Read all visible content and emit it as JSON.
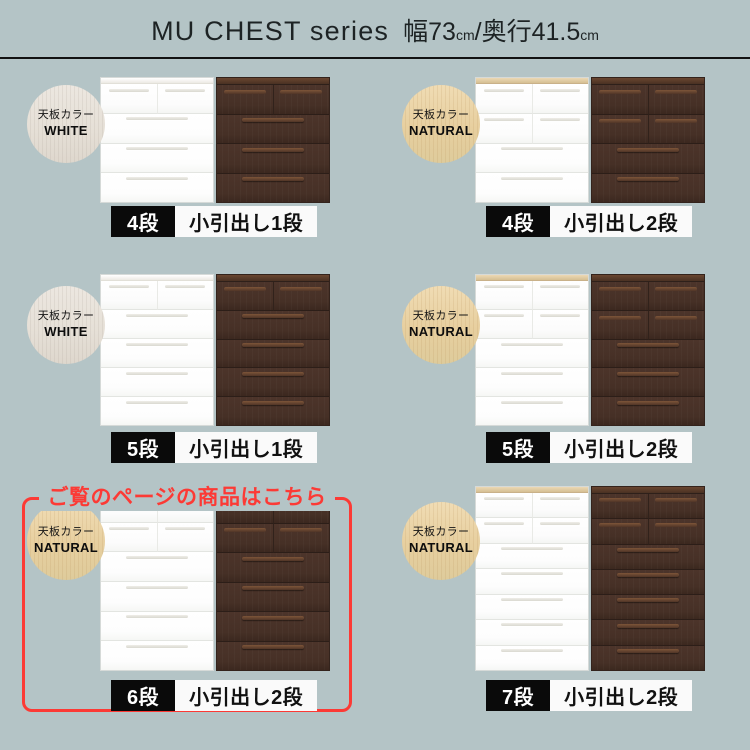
{
  "header": {
    "series_title": "MU CHEST series",
    "dimensions_prefix": "幅73",
    "dimensions_unit1": "cm",
    "dimensions_mid": "/奥行41.5",
    "dimensions_unit2": "cm",
    "dimensions_full": "幅73cm/奥行41.5cm"
  },
  "colors": {
    "background": "#b4c4c6",
    "accent_red": "#fc3a35",
    "badge_black": "#0a0a0a",
    "badge_white": "#fafafa",
    "chest_white": "#ffffff",
    "chest_dark_brown": "#4a332a",
    "top_white": "#ece7e0",
    "top_natural": "#e7cf9f"
  },
  "highlight": {
    "caption": "ご覧のページの商品はこちら",
    "target_cell_index": 4
  },
  "badge_labels": {
    "top_color_prefix": "天板カラー",
    "white": "WHITE",
    "natural": "NATURAL"
  },
  "cells": [
    {
      "id": "cell-4dan-1",
      "top_color_prefix": "天板カラー",
      "top_color_name": "WHITE",
      "top_color_kind": "white",
      "tier_label": "4段",
      "sub_label": "小引出し1段",
      "tiers": 4,
      "small_drawer_rows": 1,
      "highlighted": false
    },
    {
      "id": "cell-4dan-2",
      "top_color_prefix": "天板カラー",
      "top_color_name": "NATURAL",
      "top_color_kind": "natural",
      "tier_label": "4段",
      "sub_label": "小引出し2段",
      "tiers": 4,
      "small_drawer_rows": 2,
      "highlighted": false
    },
    {
      "id": "cell-5dan-1",
      "top_color_prefix": "天板カラー",
      "top_color_name": "WHITE",
      "top_color_kind": "white",
      "tier_label": "5段",
      "sub_label": "小引出し1段",
      "tiers": 5,
      "small_drawer_rows": 1,
      "highlighted": false
    },
    {
      "id": "cell-5dan-2",
      "top_color_prefix": "天板カラー",
      "top_color_name": "NATURAL",
      "top_color_kind": "natural",
      "tier_label": "5段",
      "sub_label": "小引出し2段",
      "tiers": 5,
      "small_drawer_rows": 2,
      "highlighted": false
    },
    {
      "id": "cell-6dan-2",
      "top_color_prefix": "天板カラー",
      "top_color_name": "NATURAL",
      "top_color_kind": "natural",
      "tier_label": "6段",
      "sub_label": "小引出し2段",
      "tiers": 6,
      "small_drawer_rows": 2,
      "highlighted": true
    },
    {
      "id": "cell-7dan-2",
      "top_color_prefix": "天板カラー",
      "top_color_name": "NATURAL",
      "top_color_kind": "natural",
      "tier_label": "7段",
      "sub_label": "小引出し2段",
      "tiers": 7,
      "small_drawer_rows": 2,
      "highlighted": false
    }
  ]
}
